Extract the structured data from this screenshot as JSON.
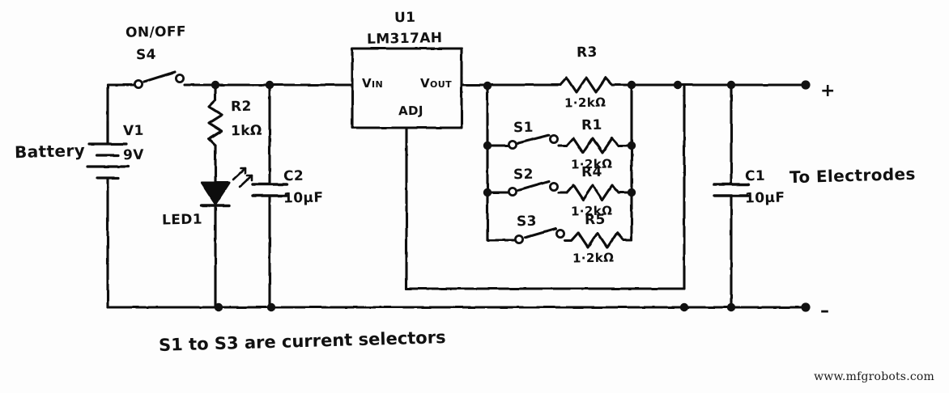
{
  "diagram": {
    "title_watermark": "www.mfgrobots.com",
    "caption": "S1 to S3 are current selectors",
    "note_output": "To Electrodes",
    "battery_note": "Battery"
  },
  "components": {
    "switch_power": {
      "label": "S4",
      "note": "ON/OFF"
    },
    "battery": {
      "ref": "V1",
      "value": "9V"
    },
    "r2": {
      "ref": "R2",
      "value": "1kΩ"
    },
    "led1": {
      "ref": "LED1"
    },
    "c2": {
      "ref": "C2",
      "value": "10μF"
    },
    "u1": {
      "ref": "U1",
      "part": "LM317AH",
      "pin_in": "V",
      "pin_in_sub": "IN",
      "pin_out": "V",
      "pin_out_sub": "OUT",
      "pin_adj": "ADJ"
    },
    "r3": {
      "ref": "R3",
      "value": "1·2kΩ"
    },
    "s1": {
      "label": "S1"
    },
    "r1": {
      "ref": "R1",
      "value": "1·2kΩ"
    },
    "s2": {
      "label": "S2"
    },
    "r4": {
      "ref": "R4",
      "value": "1·2kΩ"
    },
    "s3": {
      "label": "S3"
    },
    "r5": {
      "ref": "R5",
      "value": "1·2kΩ"
    },
    "c1": {
      "ref": "C1",
      "value": "10μF"
    }
  },
  "terminals": {
    "positive": "+",
    "negative": "–"
  },
  "colors": {
    "ink": "#111111",
    "paper": "#fdfdfd"
  }
}
